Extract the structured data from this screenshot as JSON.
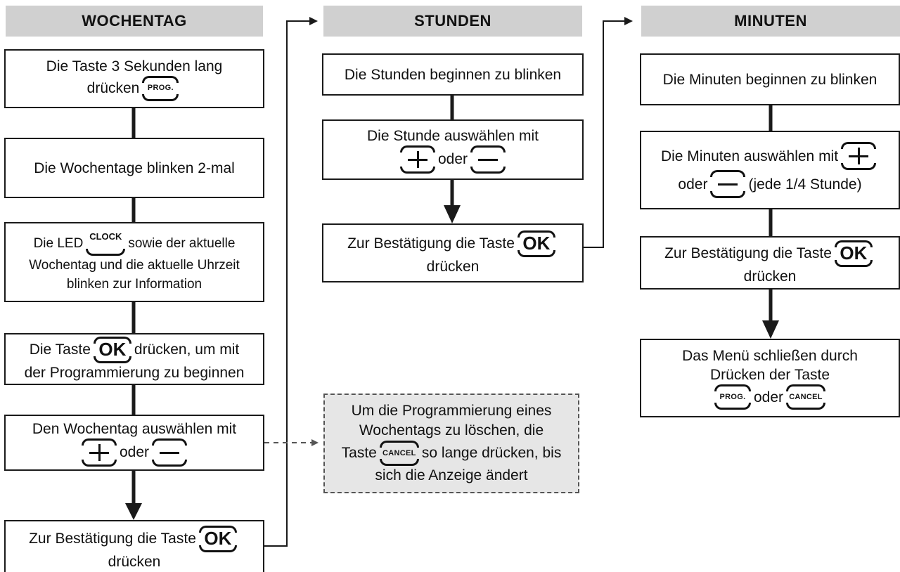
{
  "columns": {
    "wochentag": {
      "title": "WOCHENTAG",
      "step1": {
        "text_a": "Die Taste 3 Sekunden lang",
        "text_b": "drücken",
        "button": "PROG."
      },
      "step2": {
        "text": "Die Wochentage blinken 2-mal"
      },
      "step3": {
        "text_a": "Die LED",
        "button": "CLOCK",
        "text_b": "sowie der aktuelle",
        "text_c": "Wochentag und die aktuelle Uhrzeit",
        "text_d": "blinken zur Information"
      },
      "step4": {
        "text_a": "Die Taste",
        "button": "OK",
        "text_b": "drücken, um mit",
        "text_c": "der Programmierung zu beginnen"
      },
      "step5": {
        "text_a": "Den Wochentag auswählen mit",
        "text_b": "oder"
      },
      "step6": {
        "text_a": "Zur Bestätigung die Taste",
        "button": "OK",
        "text_b": "drücken"
      }
    },
    "stunden": {
      "title": "STUNDEN",
      "step1": {
        "text": "Die Stunden beginnen zu blinken"
      },
      "step2": {
        "text_a": "Die Stunde auswählen mit",
        "text_b": "oder"
      },
      "step3": {
        "text_a": "Zur Bestätigung die Taste",
        "button": "OK",
        "text_b": "drücken"
      },
      "note": {
        "text_a": "Um die Programmierung eines",
        "text_b": "Wochentags zu löschen, die",
        "text_c": "Taste",
        "button": "CANCEL",
        "text_d": "so lange drücken, bis",
        "text_e": "sich die Anzeige ändert"
      }
    },
    "minuten": {
      "title": "MINUTEN",
      "step1": {
        "text": "Die Minuten beginnen zu blinken"
      },
      "step2": {
        "text_a": "Die Minuten auswählen mit",
        "text_b": "oder",
        "text_c": "(jede 1/4 Stunde)"
      },
      "step3": {
        "text_a": "Zur Bestätigung die Taste",
        "button": "OK",
        "text_b": "drücken"
      },
      "step4": {
        "text_a": "Das Menü schließen durch",
        "text_b": "Drücken der Taste",
        "button_a": "PROG.",
        "text_c": "oder",
        "button_b": "CANCEL"
      }
    }
  },
  "icons": [
    "plus-button-icon",
    "minus-button-icon",
    "ok-button-icon",
    "prog-button-icon",
    "cancel-button-icon",
    "clock-led-icon"
  ],
  "colors": {
    "header_bg": "#d0d0d0",
    "note_bg": "#e6e6e6",
    "line": "#1a1a1a"
  }
}
